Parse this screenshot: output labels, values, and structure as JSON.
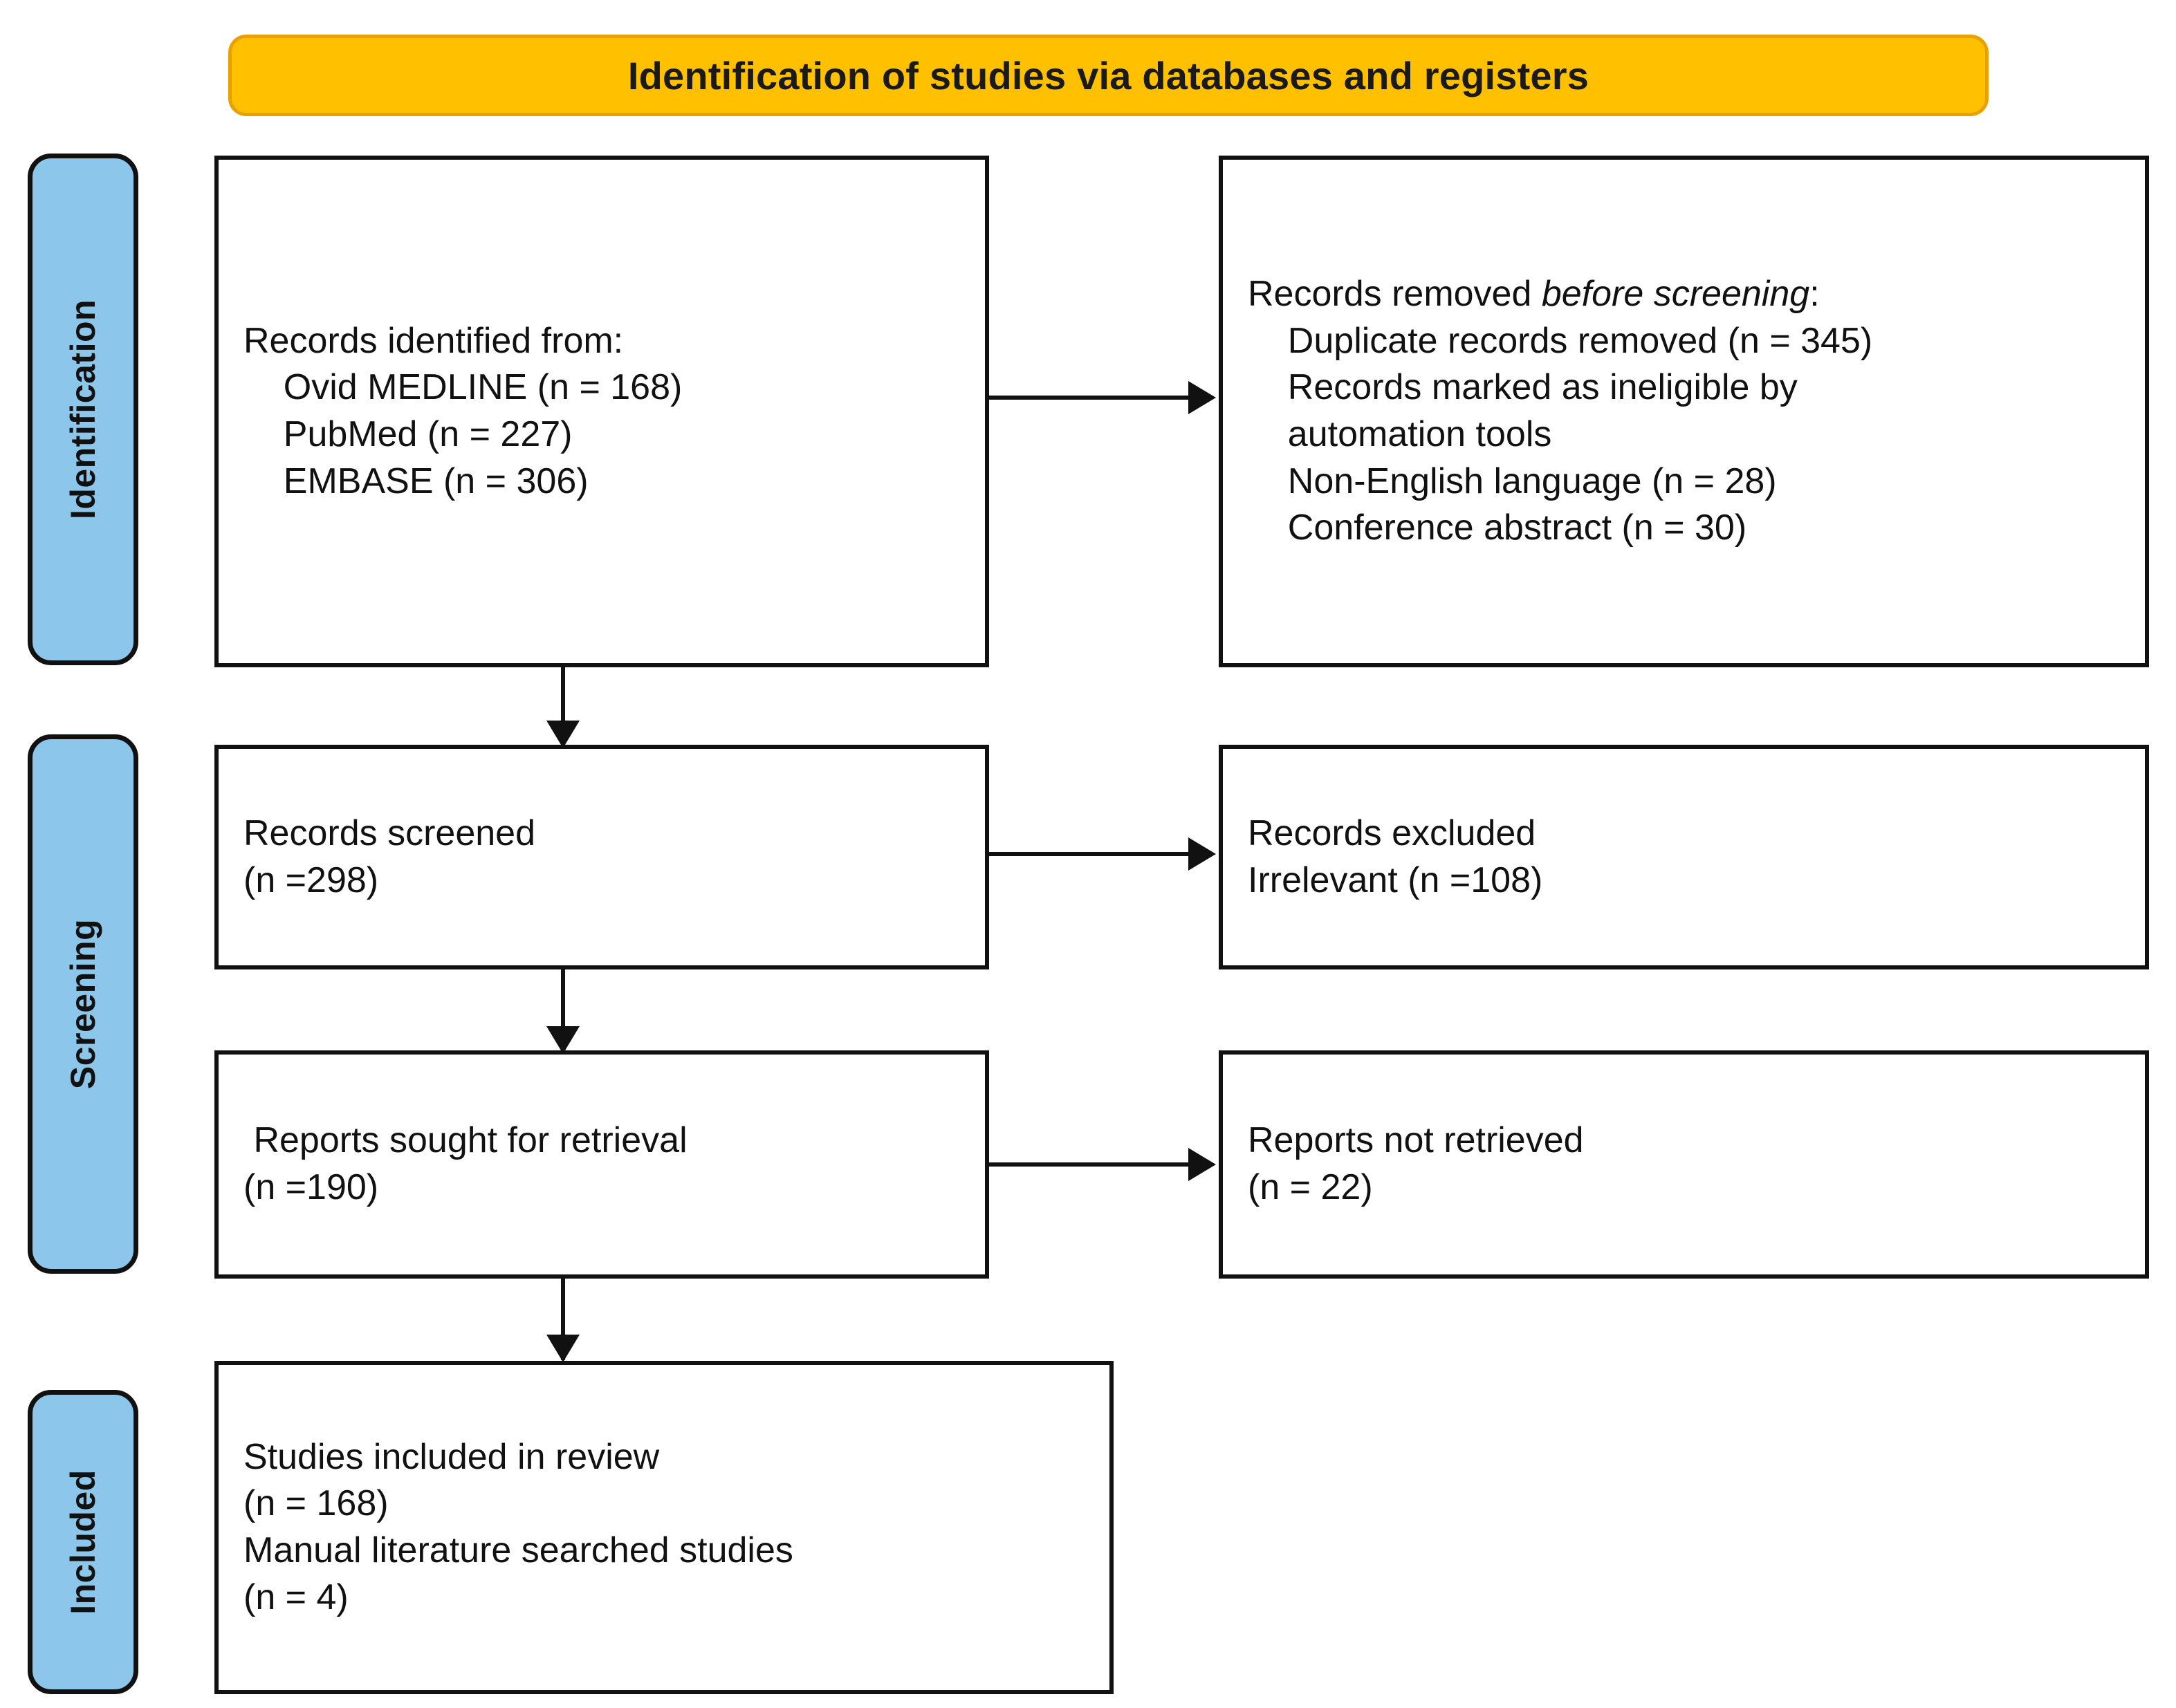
{
  "colors": {
    "banner_fill": "#FFC000",
    "banner_border": "#E8A200",
    "stage_fill": "#8CC6EA",
    "stroke": "#111111",
    "box_fill": "#FFFFFF"
  },
  "header": {
    "title": "Identification of studies via databases and registers"
  },
  "stages": [
    {
      "id": "identification",
      "label": "Identification"
    },
    {
      "id": "screening",
      "label": "Screening"
    },
    {
      "id": "included",
      "label": "Included"
    }
  ],
  "boxes": {
    "records_identified": {
      "id": "records-identified",
      "lines": [
        "Records identified from:",
        "    Ovid MEDLINE (n = 168)",
        "    PubMed (n = 227)",
        "    EMBASE (n = 306)"
      ],
      "text": "Records identified from:\n    Ovid MEDLINE (n = 168)\n    PubMed (n = 227)\n    EMBASE (n = 306)",
      "items": [
        {
          "source": "Ovid MEDLINE",
          "n": 168
        },
        {
          "source": "PubMed",
          "n": 227
        },
        {
          "source": "EMBASE",
          "n": 306
        }
      ]
    },
    "records_removed": {
      "id": "records-removed-before-screening",
      "heading_plain": "Records removed ",
      "heading_italic": "before screening",
      "heading_suffix": ":",
      "text": "    Duplicate records removed (n = 345)\n    Records marked as ineligible by\n    automation tools\n    Non-English language (n = 28)\n    Conference abstract (n = 30)",
      "items": [
        {
          "reason": "Duplicate records removed",
          "n": 345
        },
        {
          "reason": "Records marked as ineligible by automation tools",
          "n": null
        },
        {
          "reason": "Non-English language",
          "n": 28
        },
        {
          "reason": "Conference abstract",
          "n": 30
        }
      ]
    },
    "records_screened": {
      "id": "records-screened",
      "text": "Records screened\n(n =298)",
      "n": 298
    },
    "records_excluded": {
      "id": "records-excluded",
      "text": "Records excluded\nIrrelevant (n =108)",
      "n": 108
    },
    "reports_sought": {
      "id": "reports-sought-for-retrieval",
      "text": " Reports sought for retrieval\n(n =190)",
      "n": 190
    },
    "reports_not_retrieved": {
      "id": "reports-not-retrieved",
      "text": "Reports not retrieved\n(n = 22)",
      "n": 22
    },
    "studies_included": {
      "id": "studies-included-in-review",
      "text": "Studies included in review\n(n = 168)\nManual literature searched studies\n(n = 4)",
      "items": [
        {
          "label": "Studies included in review",
          "n": 168
        },
        {
          "label": "Manual literature searched studies",
          "n": 4
        }
      ]
    }
  }
}
